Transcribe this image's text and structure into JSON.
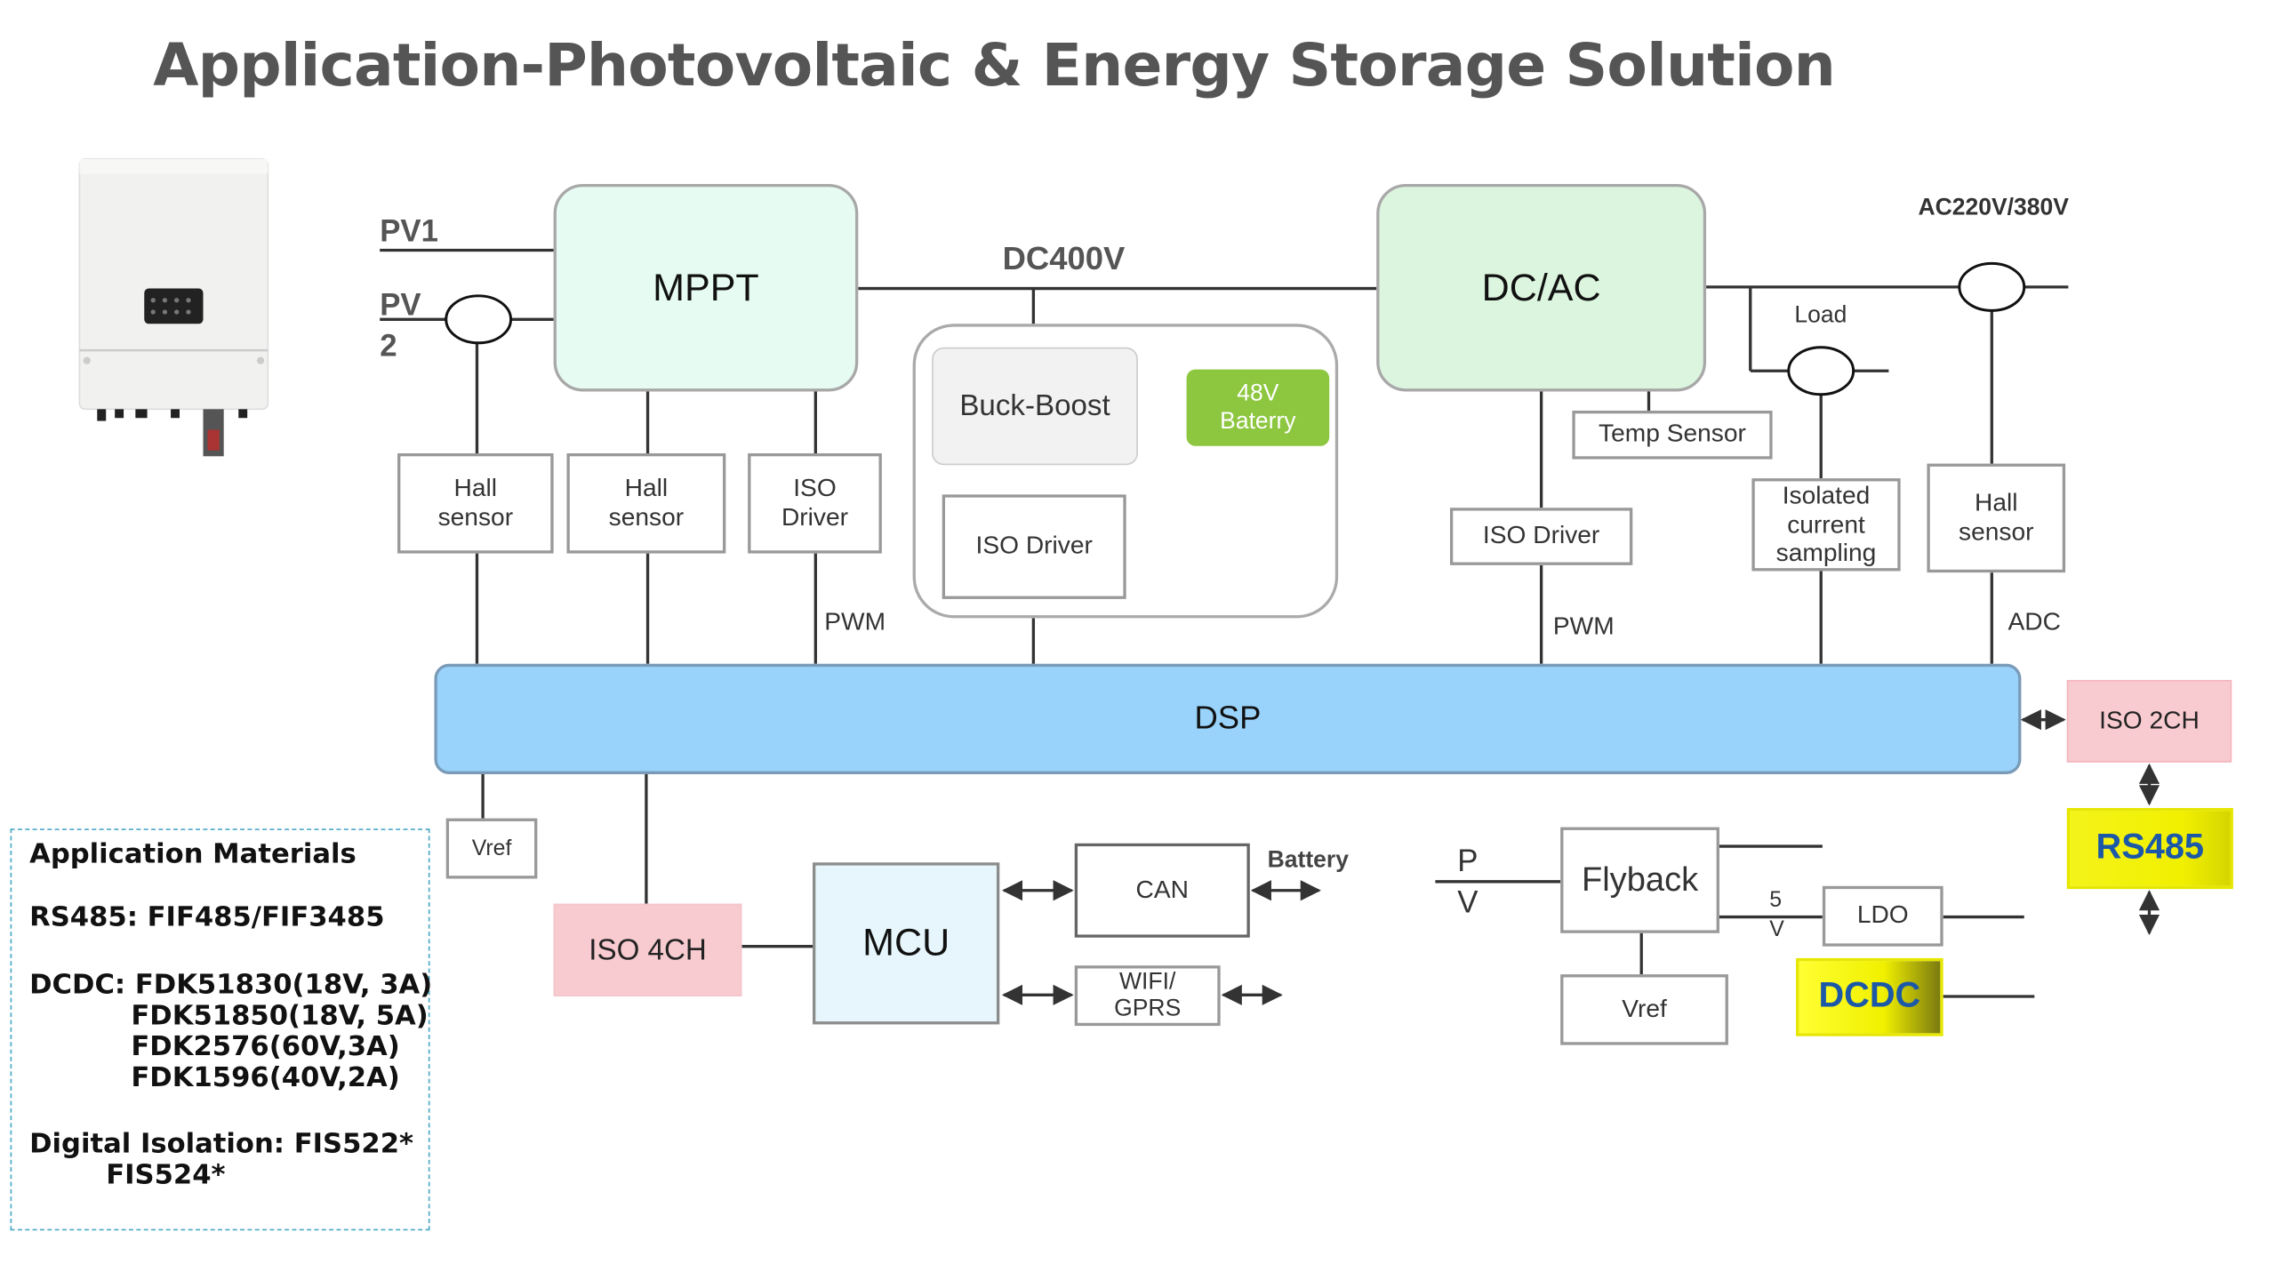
{
  "title": "Application-Photovoltaic & Energy Storage Solution",
  "labels": {
    "pv1": "PV1",
    "pv2_line1": "PV",
    "pv2_line2": "2",
    "dc400v": "DC400V",
    "ac": "AC220V/380V",
    "load": "Load",
    "pwm_left": "PWM",
    "pwm_right": "PWM",
    "adc": "ADC",
    "battery": "Battery",
    "pv_low_1": "P",
    "pv_low_2": "V",
    "five_v_1": "5",
    "five_v_2": "V"
  },
  "blocks": {
    "mppt": "MPPT",
    "dcac": "DC/AC",
    "buck_boost": "Buck-Boost",
    "battery_48v_line1": "48V",
    "battery_48v_line2": "Baterry",
    "iso_driver_buck": "ISO Driver",
    "hall_sensor_1_line1": "Hall",
    "hall_sensor_1_line2": "sensor",
    "hall_sensor_2_line1": "Hall",
    "hall_sensor_2_line2": "sensor",
    "iso_driver_mppt_line1": "ISO",
    "iso_driver_mppt_line2": "Driver",
    "temp_sensor": "Temp Sensor",
    "iso_driver_dcac": "ISO Driver",
    "isolated_current_line1": "Isolated",
    "isolated_current_line2": "current",
    "isolated_current_line3": "sampling",
    "hall_sensor_3_line1": "Hall",
    "hall_sensor_3_line2": "sensor",
    "dsp": "DSP",
    "iso_2ch": "ISO 2CH",
    "rs485": "RS485",
    "vref_dsp": "Vref",
    "iso_4ch": "ISO 4CH",
    "mcu": "MCU",
    "can": "CAN",
    "wifi_line1": "WIFI/",
    "wifi_line2": "GPRS",
    "flyback": "Flyback",
    "ldo": "LDO",
    "vref_flyback": "Vref",
    "dcdc": "DCDC"
  },
  "materials": {
    "heading": "Application Materials",
    "rs485": "RS485:  FIF485/FIF3485",
    "dcdc_1": "DCDC: FDK51830(18V, 3A)",
    "dcdc_2": "FDK51850(18V, 5A)",
    "dcdc_3": "FDK2576(60V,3A)",
    "dcdc_4": "FDK1596(40V,2A)",
    "iso_1": "Digital Isolation:  FIS522*",
    "iso_2": "FIS524*"
  },
  "colors": {
    "mppt": "#e6fbf2",
    "dcac": "#dcf5df",
    "dsp": "#99d3fb",
    "pink": "#f8cbd0",
    "mcu": "#e6f6fc",
    "green48v": "#8dc63f",
    "buck": "#f2f2f2",
    "yellow": "#f1f000",
    "rs485_text": "#1b58a8"
  }
}
